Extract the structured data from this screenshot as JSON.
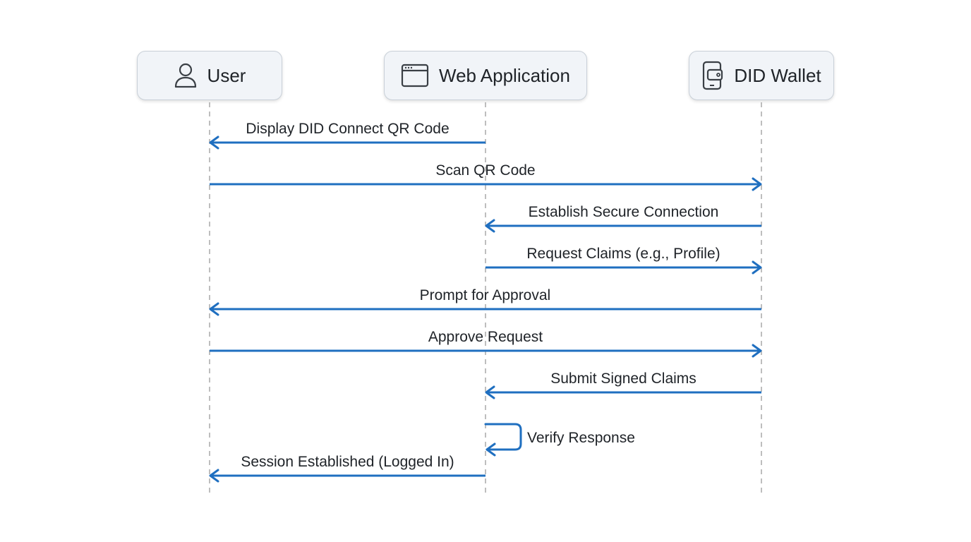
{
  "actors": [
    {
      "id": "user",
      "label": "User",
      "icon": "user-icon"
    },
    {
      "id": "web",
      "label": "Web Application",
      "icon": "browser-window-icon"
    },
    {
      "id": "wallet",
      "label": "DID Wallet",
      "icon": "wallet-phone-icon"
    }
  ],
  "messages": [
    {
      "from": "web",
      "to": "user",
      "label": "Display DID Connect QR Code"
    },
    {
      "from": "user",
      "to": "wallet",
      "label": "Scan QR Code"
    },
    {
      "from": "wallet",
      "to": "web",
      "label": "Establish Secure Connection"
    },
    {
      "from": "web",
      "to": "wallet",
      "label": "Request Claims (e.g., Profile)"
    },
    {
      "from": "wallet",
      "to": "user",
      "label": "Prompt for Approval"
    },
    {
      "from": "user",
      "to": "wallet",
      "label": "Approve Request"
    },
    {
      "from": "wallet",
      "to": "web",
      "label": "Submit Signed Claims"
    },
    {
      "from": "web",
      "to": "web",
      "label": "Verify Response"
    },
    {
      "from": "web",
      "to": "user",
      "label": "Session Established (Logged In)"
    }
  ],
  "colors": {
    "arrow": "#1f6fc0",
    "lifeline": "#a9a9a9",
    "box_fill": "#f1f4f8",
    "box_border": "#c9d0d8",
    "text": "#1f2328"
  }
}
